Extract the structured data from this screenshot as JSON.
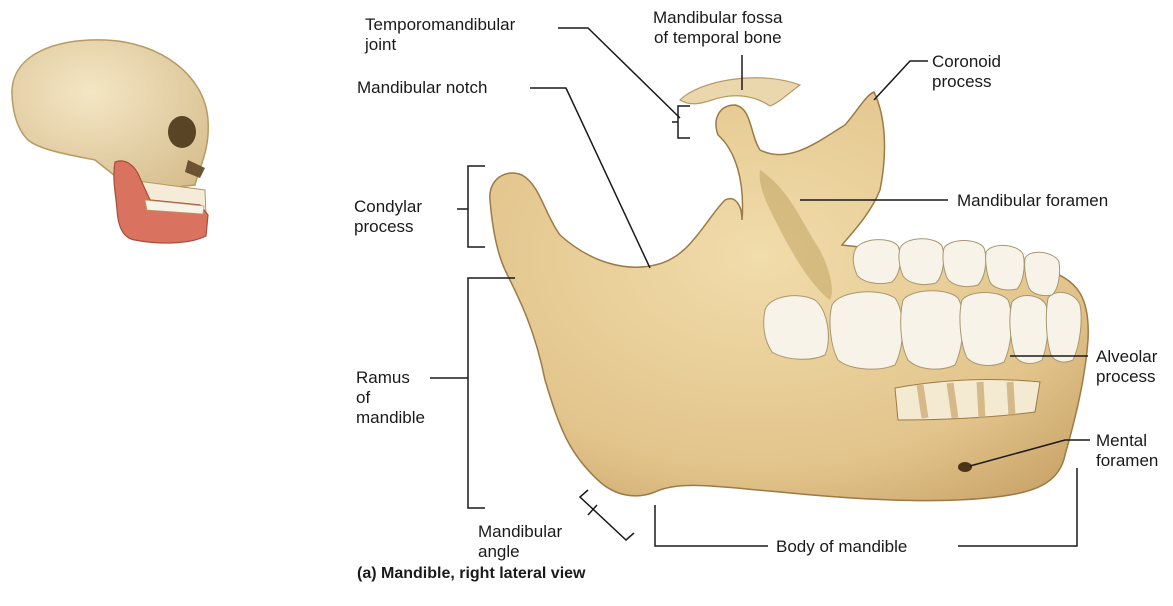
{
  "figure": {
    "caption": "(a)  Mandible, right lateral view",
    "labels": {
      "temporomandibular_joint": [
        "Temporomandibular",
        "joint"
      ],
      "mandibular_fossa": [
        "Mandibular fossa",
        "of temporal bone"
      ],
      "coronoid_process": [
        "Coronoid",
        "process"
      ],
      "mandibular_notch": [
        "Mandibular notch"
      ],
      "condylar_process": [
        "Condylar",
        "process"
      ],
      "mandibular_foramen": [
        "Mandibular foramen"
      ],
      "ramus": [
        "Ramus",
        "of",
        "mandible"
      ],
      "alveolar_process": [
        "Alveolar",
        "process"
      ],
      "mental_foramen": [
        "Mental",
        "foramen"
      ],
      "mandibular_angle": [
        "Mandibular",
        "angle"
      ],
      "body_of_mandible": [
        "Body of mandible"
      ]
    }
  },
  "colors": {
    "bone": "#e8cf9a",
    "bone_shadow": "#c9a469",
    "bone_outline": "#9c7a45",
    "highlight_mandible": "#d9725e",
    "teeth": "#f7f3e8",
    "leader_lines": "#1a1a1a"
  }
}
